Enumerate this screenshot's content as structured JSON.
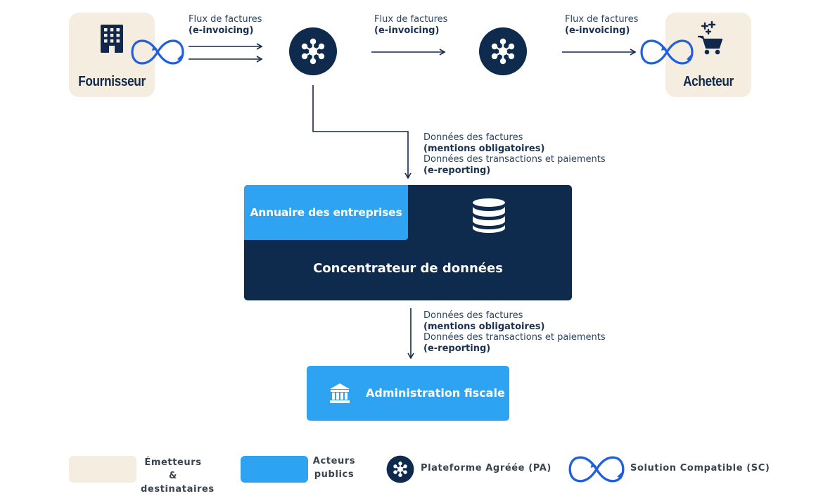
{
  "parties": {
    "supplier": {
      "label": "Fournisseur",
      "icon": "building-icon"
    },
    "buyer": {
      "label": "Acheteur",
      "icon": "cart-icon"
    }
  },
  "flows": [
    {
      "line1": "Flux de factures",
      "line2": "(e-invoicing)"
    },
    {
      "line1": "Flux de factures",
      "line2": "(e-invoicing)"
    },
    {
      "line1": "Flux de factures",
      "line2": "(e-invoicing)"
    }
  ],
  "data_flows": [
    {
      "line1": "Données des factures",
      "line2": "(mentions obligatoires)",
      "line3": "Données des transactions et paiements",
      "line4": "(e-reporting)"
    },
    {
      "line1": "Données des factures",
      "line2": "(mentions obligatoires)",
      "line3": "Données des transactions et paiements",
      "line4": "(e-reporting)"
    }
  ],
  "concentrator": {
    "directory_label": "Annuaire des entreprises",
    "title": "Concentrateur de données",
    "icon": "database-icon"
  },
  "administration": {
    "label": "Administration fiscale",
    "icon": "bank-icon"
  },
  "legend": {
    "emitters": "Émetteurs & destinataires",
    "public_actors": "Acteurs publics",
    "platform": "Plateforme Agréée (PA)",
    "solution": "Solution Compatible (SC)"
  },
  "colors": {
    "navy": "#0e2a4d",
    "blue": "#2ea3f2",
    "beige": "#f5eee0",
    "sc_blue": "#1f5fe0"
  }
}
